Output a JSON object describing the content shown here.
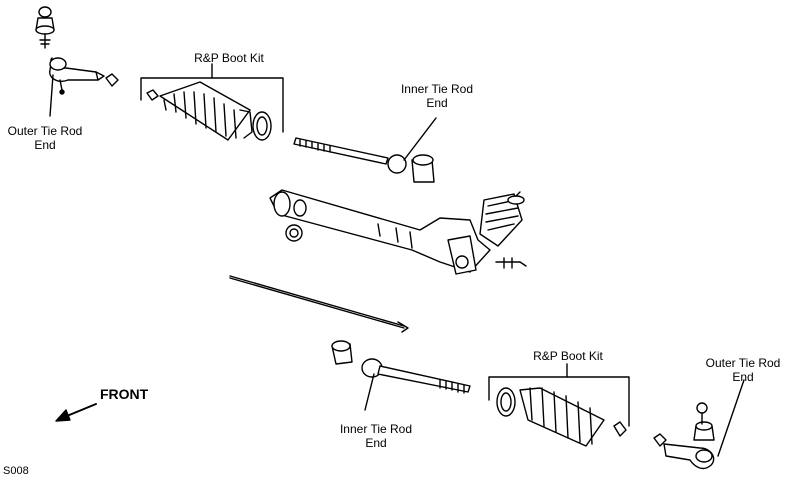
{
  "labels": {
    "outer_tie_rod_end_left": [
      "Outer Tie Rod",
      "End"
    ],
    "rp_boot_kit_top": "R&P Boot Kit",
    "inner_tie_rod_end_top": [
      "Inner Tie Rod",
      "End"
    ],
    "rp_boot_kit_bottom": "R&P Boot Kit",
    "outer_tie_rod_end_right": [
      "Outer Tie Rod",
      "End"
    ],
    "inner_tie_rod_end_bottom": [
      "Inner Tie Rod",
      "End"
    ],
    "front": "FRONT",
    "figure_code": "S008"
  }
}
